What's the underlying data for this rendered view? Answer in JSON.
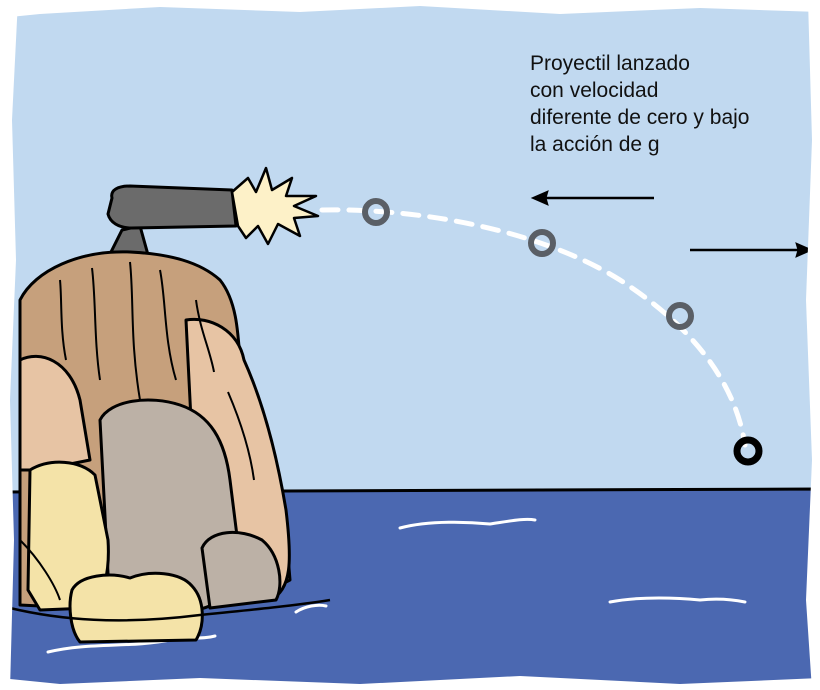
{
  "caption": {
    "lines": [
      "Proyectil lanzado",
      "con velocidad",
      "diferente de cero y bajo",
      "la acción de g"
    ]
  },
  "colors": {
    "sky": "#c1d9f0",
    "sea": "#4b68b1",
    "frame": "#ffffff",
    "cannon": "#6b6b6b",
    "flash": "#fdf1c8",
    "rock_main": "#c6a07c",
    "rock_light": "#e7c4a4",
    "rock_grey": "#bcb1a6",
    "rock_yellow": "#f4e3a8",
    "projectile_ghost": "#5a5f66",
    "projectile_final": "#000000",
    "trajectory": "#ffffff",
    "arrow": "#000000"
  },
  "icons": {
    "arrow_left": "arrow-left-icon",
    "arrow_right": "arrow-right-icon"
  }
}
